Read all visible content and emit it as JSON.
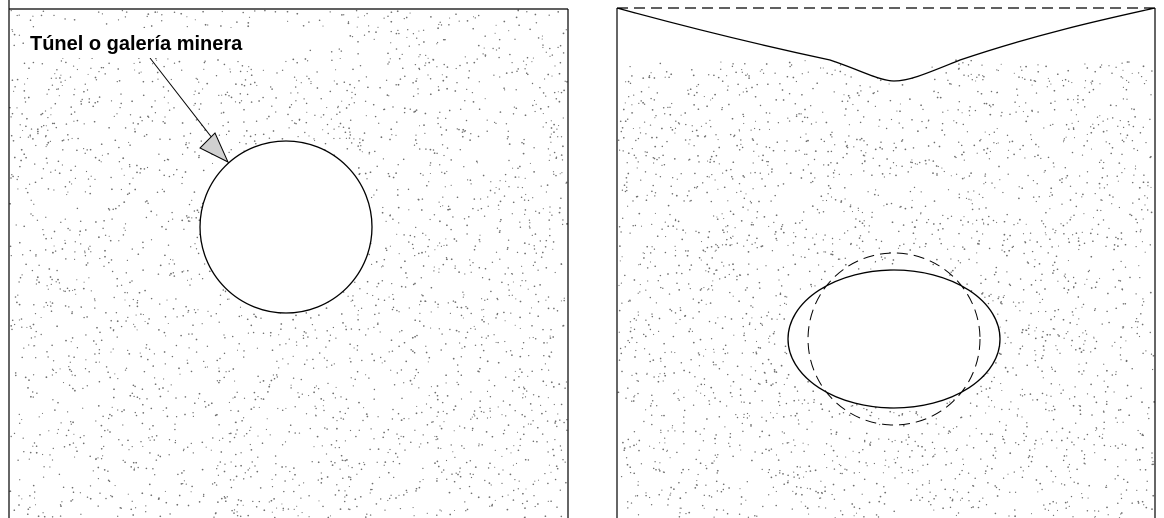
{
  "label": "Túnel o galería minera",
  "colors": {
    "background": "#ffffff",
    "outline": "#000000",
    "soil_dots": "#6e6e6e",
    "arrowhead": "#d0d0d0"
  },
  "panels": [
    {
      "id": "before",
      "shape": "circular-tunnel"
    },
    {
      "id": "after",
      "shape": "deformed-elliptical-tunnel-with-surface-subsidence"
    }
  ]
}
